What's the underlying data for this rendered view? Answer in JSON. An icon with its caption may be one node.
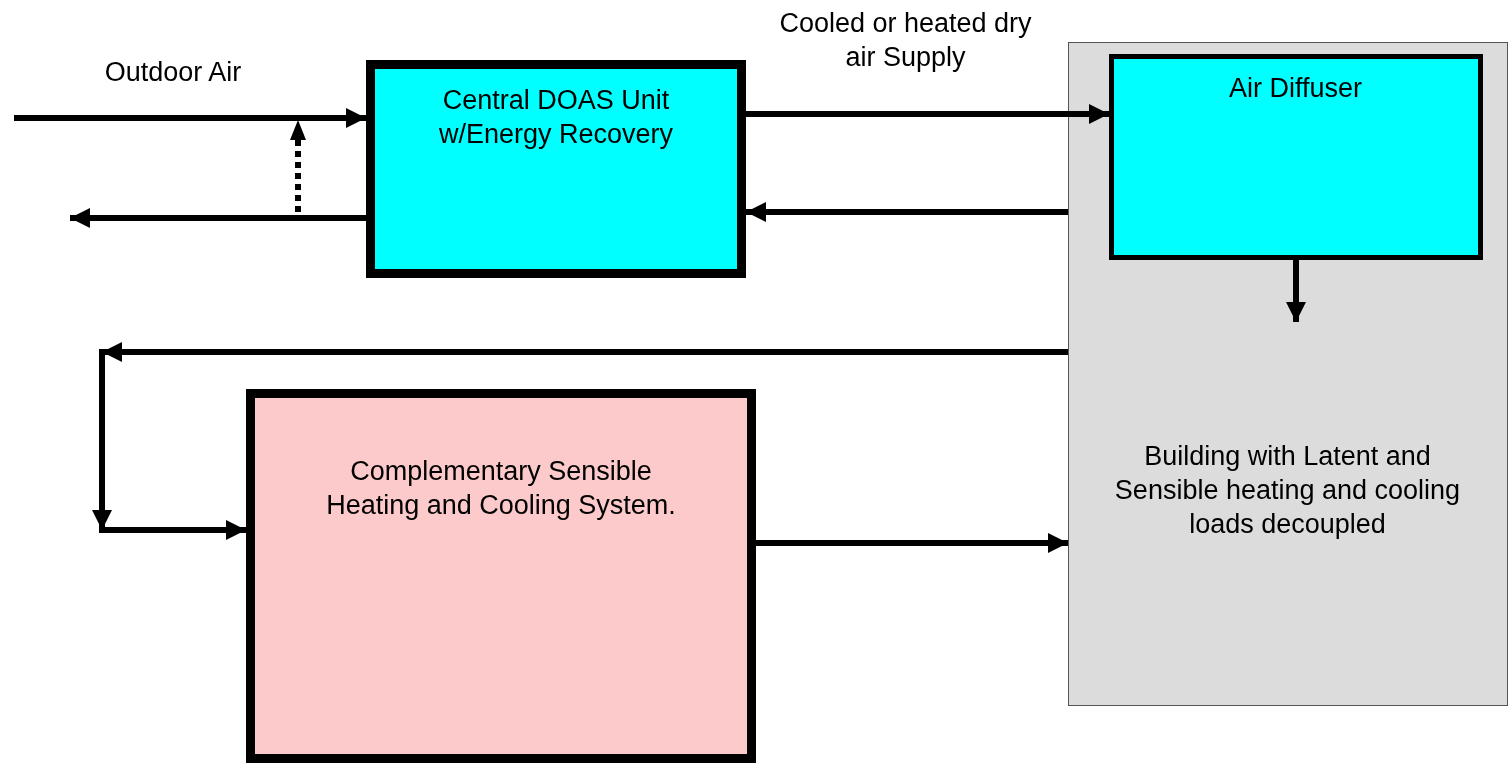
{
  "diagram": {
    "nodes": [
      {
        "text": [
          "Central DOAS Unit w/Energy Recovery"
        ]
      },
      {
        "text": [
          "Building with Latent and Sensible heating and cooling loads decoupled"
        ]
      },
      {
        "text": [
          "Air Diffuser"
        ],
        "in": 1
      },
      {
        "text": [
          "Complementary Sensible Heating and Cooling System."
        ]
      }
    ],
    "edges": [
      {
        "from": null,
        "to": 0,
        "arrow": "to",
        "label": "Outdoor Air"
      },
      {
        "from": 0,
        "to": null,
        "arrow": "to"
      },
      {
        "from": 0,
        "to": 2,
        "arrow": "to",
        "label": "Cooled or heated dry air Supply"
      },
      {
        "from": 1,
        "to": 0,
        "arrow": "to"
      },
      {
        "from": 2,
        "to": null,
        "arrow": "to"
      },
      {
        "from": 1,
        "to": 3,
        "arrow": "to"
      },
      {
        "from": 3,
        "to": 1,
        "arrow": "to"
      }
    ]
  }
}
